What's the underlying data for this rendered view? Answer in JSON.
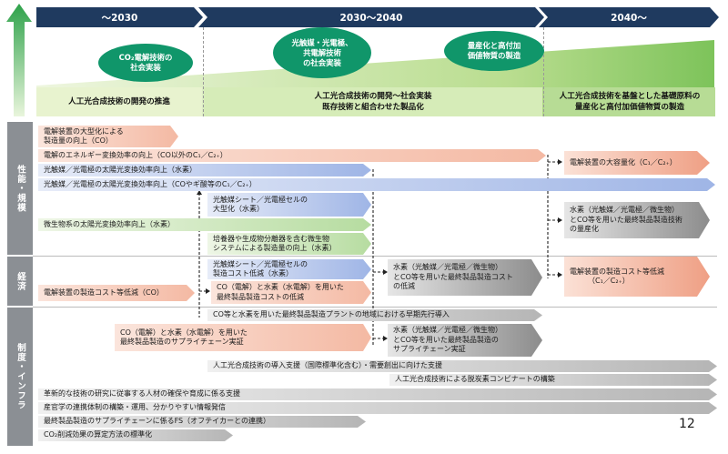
{
  "timeline": {
    "eras": [
      "～2030",
      "2030～2040",
      "2040～"
    ],
    "bubbles": [
      [
        "CO₂電解技術の",
        "社会実装"
      ],
      [
        "光触媒・光電極、",
        "共電解技術",
        "の社会実装"
      ],
      [
        "量産化と高付加",
        "価値物質の製造"
      ]
    ],
    "phases": [
      [
        "人工光合成技術の開発の推進"
      ],
      [
        "人工光合成技術の開発～社会実装",
        "既存技術と組合わせた製品化"
      ],
      [
        "人工光合成技術を基盤とした基礎原料の",
        "量産化と高付加価値物質の製造"
      ]
    ]
  },
  "categories": [
    "性能・規模",
    "経済",
    "制度・インフラ"
  ],
  "rows": {
    "r1": [
      "電解装置の大型化による",
      "製造量の向上（CO）"
    ],
    "r2": [
      "電解のエネルギー変換効率の向上（CO以外のC₁／C₂₊）"
    ],
    "r3": [
      "光触媒／光電極の太陽光変換効率向上（水素）"
    ],
    "r4": [
      "光触媒／光電極の太陽光変換効率向上（COやギ酸等のC₁／C₂₊）"
    ],
    "r5": [
      "光触媒シート／光電極セルの",
      "大型化（水素）"
    ],
    "r6": [
      "微生物系の太陽光変換効率向上（水素）"
    ],
    "r7": [
      "培養器や生成物分離器を含む微生物",
      "システムによる製造量の向上（水素）"
    ],
    "r8": [
      "光触媒シート／光電極セルの",
      "製造コスト低減（水素）"
    ],
    "r9": [
      "電解装置の製造コスト等低減（CO）"
    ],
    "r10": [
      "CO（電解）と水素（水電解）を用いた",
      "最終製品製造コストの低減"
    ],
    "r11": [
      "CO等と水素を用いた最終製品製造プラントの地域における早期先行導入"
    ],
    "r12": [
      "CO（電解）と水素（水電解）を用いた",
      "最終製品製造のサプライチェーン実証"
    ],
    "r13": [
      "人工光合成技術の導入支援（国際標準化含む）・需要創出に向けた支援"
    ],
    "r14": [
      "人工光合成技術による脱炭素コンビナートの構築"
    ],
    "r15": [
      "革新的な技術の研究に従事する人材の確保や育成に係る支援"
    ],
    "r16": [
      "産官学の連携体制の構築・運用、分かりやすい情報発信"
    ],
    "r17": [
      "最終製品製造のサプライチェーンに係るFS（オフテイカーとの連携）"
    ],
    "r18": [
      "CO₂削減効果の算定方法の標準化"
    ]
  },
  "mid": {
    "m1": [
      "水素（光触媒／光電極／微生物）",
      "とCO等を用いた最終製品製造コスト",
      "の低減"
    ],
    "m2": [
      "水素（光触媒／光電極／微生物）",
      "とCO等を用いた最終製品製造の",
      "サプライチェーン実証"
    ]
  },
  "right": {
    "t1": [
      "電解装置の大容量化（C₁／C₂₊）"
    ],
    "t2": [
      "水素（光触媒／光電極／微生物）",
      "とCO等を用いた最終製品製造技術",
      "の量産化"
    ],
    "t3": [
      "電解装置の製造コスト等低減",
      "（C₁／C₂₊）"
    ]
  },
  "page_number": "12",
  "colors": {
    "era_bar": "#1f3a5f",
    "bubble": "#10966a",
    "phase_light": "#e8f3cf",
    "phase_mid": "#34a853",
    "category": "#8b8f94"
  }
}
